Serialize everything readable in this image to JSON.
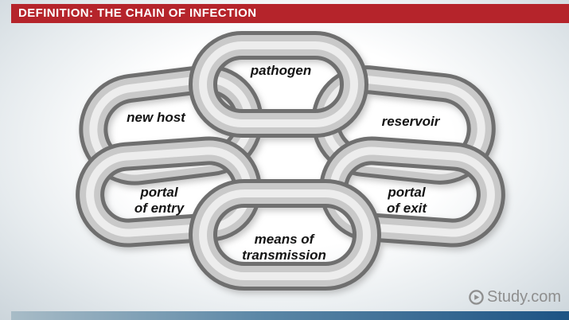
{
  "title_bar": {
    "text": "DEFINITION: THE CHAIN OF INFECTION"
  },
  "diagram": {
    "description": "chain-of-infection-interlocking-links",
    "links": [
      {
        "name": "pathogen",
        "lines": [
          "pathogen"
        ]
      },
      {
        "name": "new-host",
        "lines": [
          "new host"
        ]
      },
      {
        "name": "reservoir",
        "lines": [
          "reservoir"
        ]
      },
      {
        "name": "portal-of-entry",
        "lines": [
          "portal",
          "of entry"
        ]
      },
      {
        "name": "portal-of-exit",
        "lines": [
          "portal",
          "of exit"
        ]
      },
      {
        "name": "means-of-transmission",
        "lines": [
          "means of",
          "transmission"
        ]
      }
    ]
  },
  "watermark": {
    "text": "Study.com",
    "icon": "play-circle-icon"
  },
  "colors": {
    "title_bg": "#b5242b",
    "title_text": "#ffffff",
    "chain_dark": "#6f6f6f",
    "chain_mid": "#c9c9c9",
    "chain_light": "#ededed",
    "label_text": "#141414",
    "watermark_text": "#8e8e8e",
    "footer_left": "#a8bcc7",
    "footer_right": "#1d5384"
  }
}
